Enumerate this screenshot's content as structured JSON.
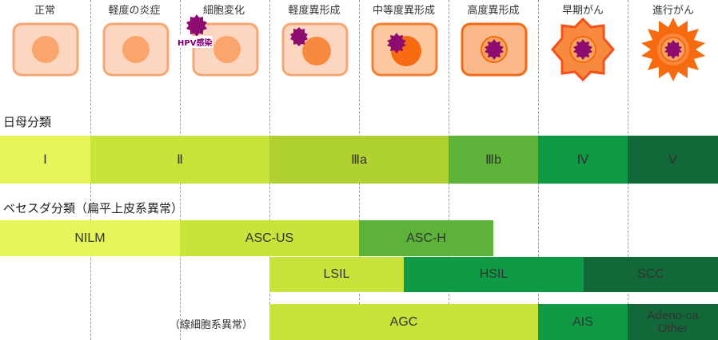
{
  "stages": [
    "正常",
    "軽度の炎症",
    "細胞変化",
    "軽度異形成",
    "中等度異形成",
    "高度異形成",
    "早期がん",
    "進行がん"
  ],
  "hpv_label": "HPV感染",
  "nichibo": {
    "title": "日母分類",
    "bars": [
      {
        "label": "Ⅰ",
        "color": "#e6f55a"
      },
      {
        "label": "Ⅱ",
        "color": "#c8e33a"
      },
      {
        "label": "Ⅲa",
        "color": "#afd232"
      },
      {
        "label": "Ⅲb",
        "color": "#5db23a"
      },
      {
        "label": "Ⅳ",
        "color": "#0f9a46"
      },
      {
        "label": "Ⅴ",
        "color": "#13683a"
      }
    ]
  },
  "bethesda": {
    "title": "ベセスダ分類（扁平上皮系異常）",
    "row1": [
      {
        "label": "NILM",
        "color": "#e6f55a"
      },
      {
        "label": "ASC-US",
        "color": "#c8e33a"
      },
      {
        "label": "ASC-H",
        "color": "#5db23a"
      }
    ],
    "row2": [
      {
        "label": "LSIL",
        "color": "#c8e33a"
      },
      {
        "label": "HSIL",
        "color": "#0f9a46"
      },
      {
        "label": "SCC",
        "color": "#13683a"
      }
    ],
    "glandular_note": "（線細胞系異常）",
    "row3": [
      {
        "label": "AGC",
        "color": "#c8e33a"
      },
      {
        "label": "AIS",
        "color": "#0f9a46"
      },
      {
        "label": "Adeno-ca\nOther",
        "color": "#13683a"
      }
    ]
  }
}
